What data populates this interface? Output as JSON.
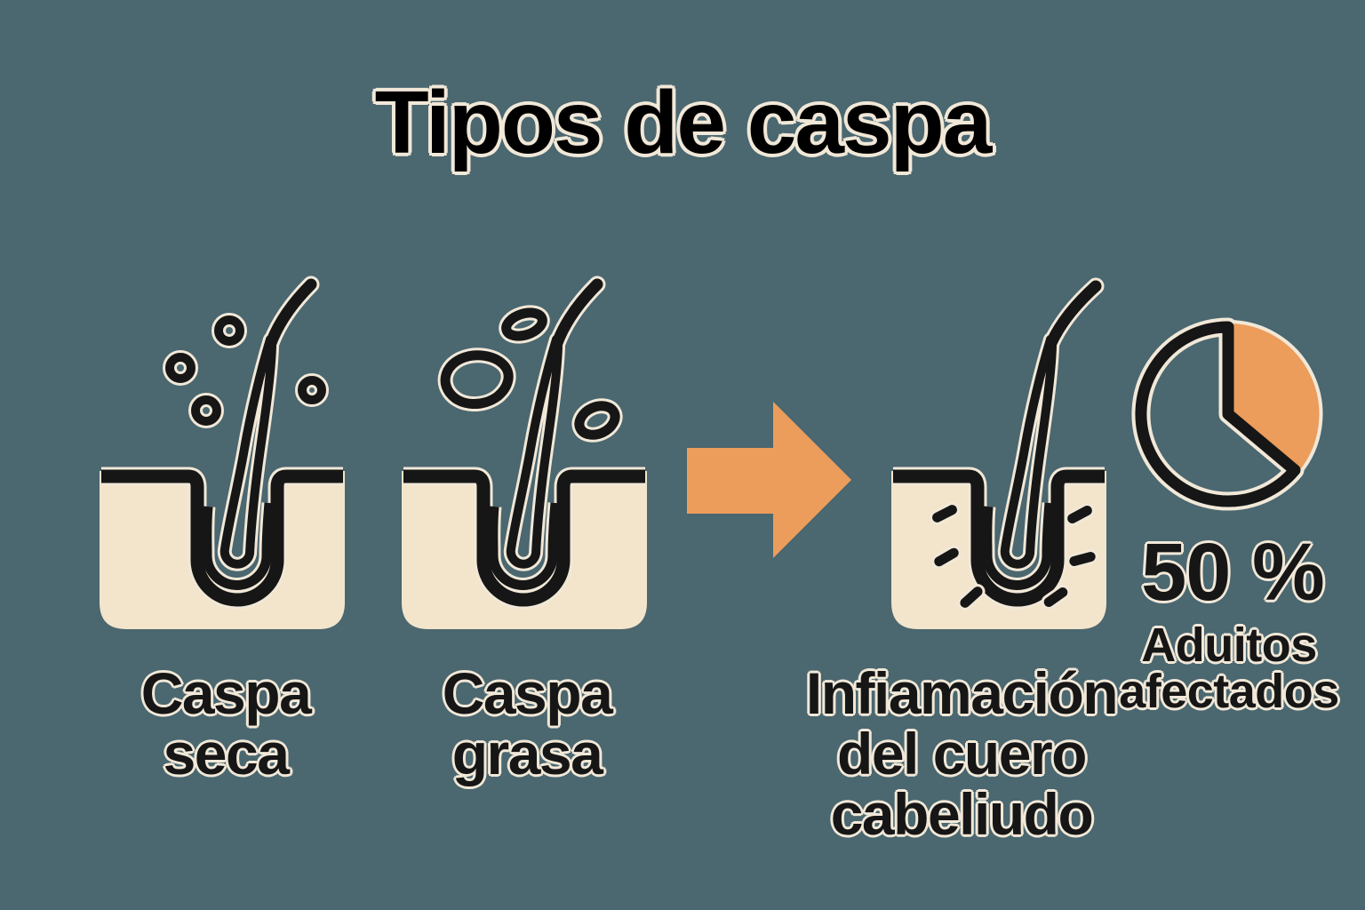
{
  "title": "Tipos de caspa",
  "colors": {
    "background": "#4b6770",
    "ink": "#161616",
    "skin": "#f3e5cb",
    "accent_orange": "#ec9d5b",
    "text_outline_cream": "#f1e8d8"
  },
  "panels": [
    {
      "id": "caspa-seca",
      "lines": [
        "Caspa",
        "seca"
      ]
    },
    {
      "id": "caspa-grasa",
      "lines": [
        "Caspa",
        "grasa"
      ]
    },
    {
      "id": "inflamacion-cuero-cabelludo",
      "lines": [
        "Infiamación",
        "del cuero",
        "cabeliudo"
      ]
    }
  ],
  "arrow": {
    "direction": "right",
    "color": "#ec9d5b"
  },
  "stat": {
    "value": "50 %",
    "lines": [
      "Aduitos",
      "afectados"
    ]
  },
  "chart_data": {
    "type": "pie",
    "annotation": "50 %",
    "caption_lines": [
      "Aduitos",
      "afectados"
    ],
    "slices": [
      {
        "label": "Aduitos afectados",
        "stated_value_pct": 50,
        "visual_fraction": 0.36,
        "color": "#ec9d5b",
        "style": "filled"
      },
      {
        "label": "",
        "visual_fraction": 0.64,
        "color": "none",
        "style": "black outline only"
      }
    ],
    "legend_position": "none",
    "start_angle_deg": 0,
    "highlight_sweep_deg": 130
  }
}
